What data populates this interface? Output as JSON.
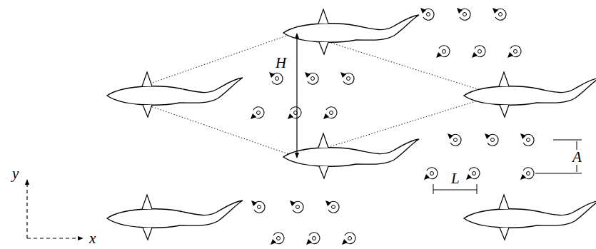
{
  "diagram": {
    "labels": [
      "H",
      "A",
      "L",
      "y",
      "x"
    ]
  }
}
